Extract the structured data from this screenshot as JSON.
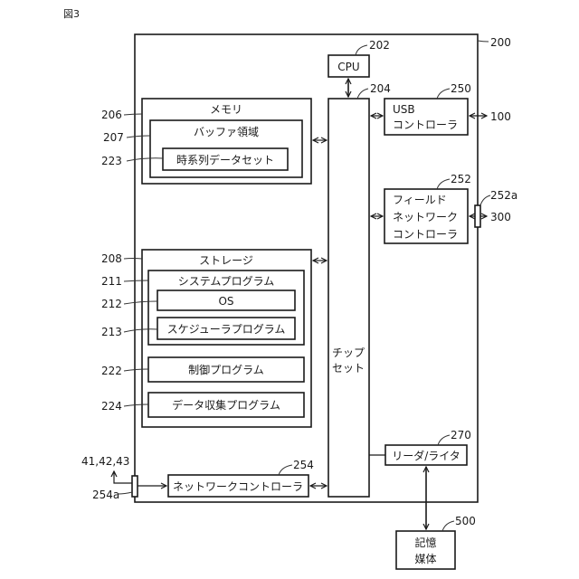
{
  "figure_label": "図3",
  "device": {
    "ref": "200"
  },
  "cpu": {
    "label": "CPU",
    "ref": "202"
  },
  "chipset": {
    "label_line1": "チップ",
    "label_line2": "セット",
    "ref": "204"
  },
  "memory": {
    "label": "メモリ",
    "ref": "206",
    "buffer": {
      "label": "バッファ領域",
      "ref": "207",
      "dataset": {
        "label": "時系列データセット",
        "ref": "223"
      }
    }
  },
  "storage": {
    "label": "ストレージ",
    "ref": "208",
    "system_program": {
      "label": "システムプログラム",
      "ref": "211",
      "os": {
        "label": "OS",
        "ref": "212"
      },
      "scheduler": {
        "label": "スケジューラプログラム",
        "ref": "213"
      }
    },
    "control_program": {
      "label": "制御プログラム",
      "ref": "222"
    },
    "data_collection_program": {
      "label": "データ収集プログラム",
      "ref": "224"
    }
  },
  "usb_controller": {
    "label_line1": "USB",
    "label_line2": "コントローラ",
    "ref": "250",
    "external_ref": "100"
  },
  "field_network_controller": {
    "label_line1": "フィールド",
    "label_line2": "ネットワーク",
    "label_line3": "コントローラ",
    "ref": "252",
    "port_ref": "252a",
    "external_ref": "300"
  },
  "network_controller": {
    "label": "ネットワークコントローラ",
    "ref": "254",
    "port_ref": "254a",
    "external_ref": "41,42,43"
  },
  "reader_writer": {
    "label": "リーダ/ライタ",
    "ref": "270"
  },
  "storage_medium": {
    "label_line1": "記憶",
    "label_line2": "媒体",
    "ref": "500"
  }
}
